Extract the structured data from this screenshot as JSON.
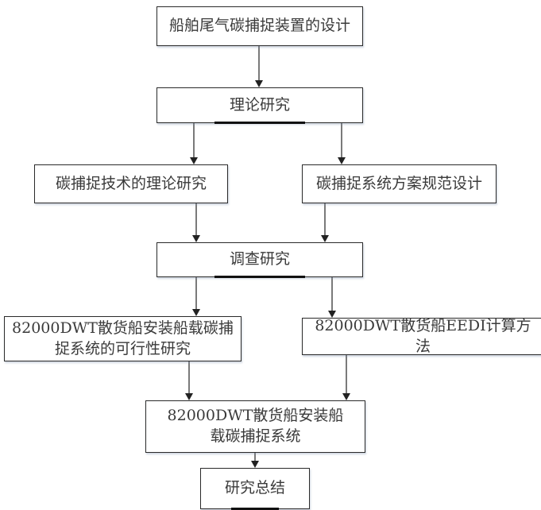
{
  "diagram": {
    "type": "flowchart",
    "nodes": [
      {
        "id": "n1",
        "label": "船舶尾气碳捕捉装置的设计"
      },
      {
        "id": "n2",
        "label": "理论研究"
      },
      {
        "id": "n3",
        "label": "碳捕捉技术的理论研究"
      },
      {
        "id": "n4",
        "label": "碳捕捉系统方案规范设计"
      },
      {
        "id": "n5",
        "label": "调查研究"
      },
      {
        "id": "n6",
        "label": "82000DWT散货船安装船载碳捕捉系统的可行性研究"
      },
      {
        "id": "n7",
        "label": "82000DWT散货船EEDI计算方法"
      },
      {
        "id": "n8",
        "label": "82000DWT散货船安装船载碳捕捉系统"
      },
      {
        "id": "n9",
        "label": "研究总结"
      }
    ],
    "edges": [
      {
        "from": "n1",
        "to": "n2"
      },
      {
        "from": "n2",
        "to": "n3"
      },
      {
        "from": "n2",
        "to": "n4"
      },
      {
        "from": "n3",
        "to": "n5"
      },
      {
        "from": "n4",
        "to": "n5"
      },
      {
        "from": "n5",
        "to": "n6"
      },
      {
        "from": "n5",
        "to": "n7"
      },
      {
        "from": "n6",
        "to": "n8"
      },
      {
        "from": "n7",
        "to": "n8"
      },
      {
        "from": "n8",
        "to": "n9"
      }
    ]
  }
}
